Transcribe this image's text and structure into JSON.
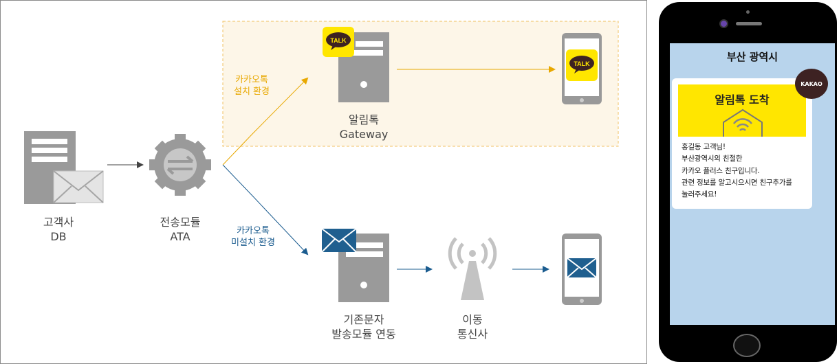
{
  "nodes": {
    "client_db": "고객사\nDB",
    "ata": "전송모듈\nATA",
    "alimtalk_gateway": "알림톡\nGateway",
    "sms_module": "기존문자\n발송모듈 연동",
    "carrier": "이동\n통신사"
  },
  "edges": {
    "installed": "카카오톡\n설치 환경",
    "not_installed": "카카오톡\n미설치 환경"
  },
  "icons": {
    "talk_badge": "TALK",
    "kakao_badge": "KAKAO"
  },
  "phone": {
    "screen_title": "부산 광역시",
    "banner_title": "알림톡 도착",
    "message_lines": [
      "홍길동 고객님!",
      "부산광역시의 친절한",
      "카카오 플러스 친구입니다.",
      "관련 정보를 알고시으시면 친구추가를",
      "눌러주세요!"
    ]
  },
  "colors": {
    "installed_edge": "#e8a800",
    "not_installed_edge": "#1b5c8f",
    "gray_edge": "#444444",
    "highlight_fill": "#fdf6e8",
    "highlight_border": "#f0c060",
    "server_gray": "#9a9a9a",
    "envelope_blue": "#1f5f8f",
    "kakao_yellow": "#ffe600",
    "screen_blue": "#b8d4ec"
  }
}
